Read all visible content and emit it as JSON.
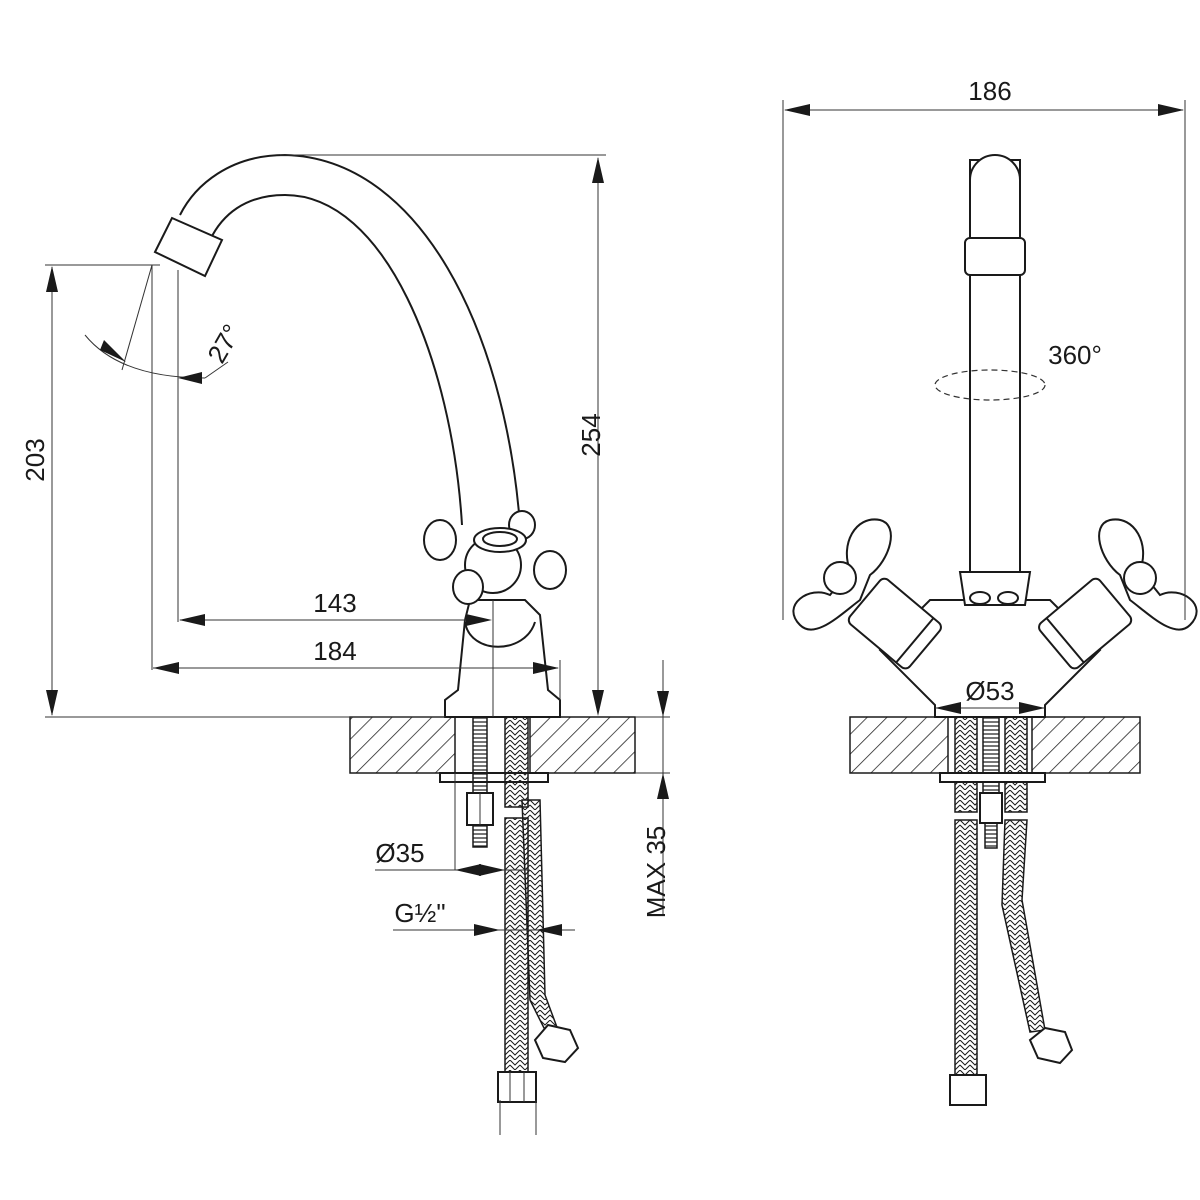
{
  "drawing": {
    "side_view": {
      "height_total": "254",
      "outlet_height": "203",
      "spout_swivel_angle": "27°",
      "reach_inner": "143",
      "reach_outer": "184",
      "hole_diameter": "Ø35",
      "max_countertop": "MAX 35",
      "hose_thread": "G½\""
    },
    "front_view": {
      "width_total": "186",
      "rotation": "360°",
      "base_diameter": "Ø53"
    }
  }
}
